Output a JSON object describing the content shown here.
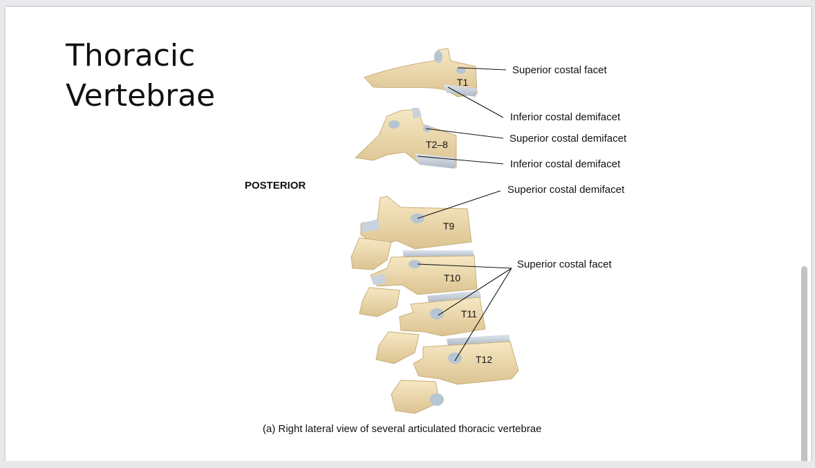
{
  "title": {
    "line1": "Thoracic",
    "line2": "Vertebrae"
  },
  "orientation_label": "POSTERIOR",
  "vertebrae": {
    "t1": "T1",
    "t2_8": "T2–8",
    "t9": "T9",
    "t10": "T10",
    "t11": "T11",
    "t12": "T12"
  },
  "callouts": {
    "t1_superior": "Superior costal facet",
    "t1_inferior": "Inferior costal demifacet",
    "t2_superior": "Superior costal demifacet",
    "t2_inferior": "Inferior costal demifacet",
    "t9_superior": "Superior costal demifacet",
    "t10_12_superior": "Superior costal facet"
  },
  "caption": "(a) Right lateral view of several articulated thoracic vertebrae",
  "colors": {
    "bone": "#efdcb0",
    "bone_shade": "#d9c08a",
    "cartilage": "#c9d2dc",
    "facet": "#b7c4d2"
  }
}
